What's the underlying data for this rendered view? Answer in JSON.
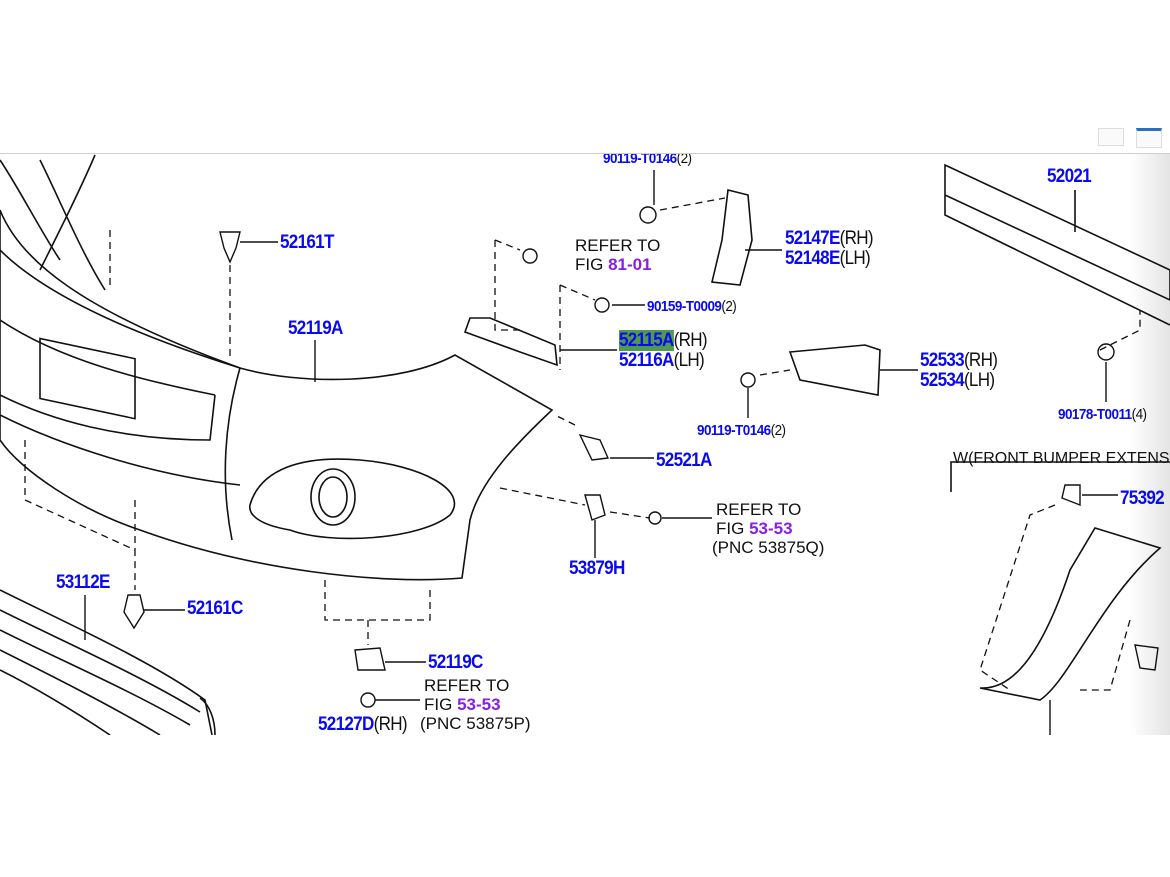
{
  "diagram": {
    "parts": [
      {
        "id": "p1",
        "number": "90119-T0146",
        "suffix": "(2)"
      },
      {
        "id": "p2",
        "number": "52021",
        "suffix": ""
      },
      {
        "id": "p3",
        "number": "52161T",
        "suffix": ""
      },
      {
        "id": "p4",
        "number": "52147E",
        "suffix": "(RH)"
      },
      {
        "id": "p5",
        "number": "52148E",
        "suffix": "(LH)"
      },
      {
        "id": "p6",
        "number": "90159-T0009",
        "suffix": "(2)"
      },
      {
        "id": "p7",
        "number": "52119A",
        "suffix": ""
      },
      {
        "id": "p8",
        "number": "52115A",
        "suffix": "(RH)",
        "highlighted": true
      },
      {
        "id": "p9",
        "number": "52116A",
        "suffix": "(LH)"
      },
      {
        "id": "p10",
        "number": "52533",
        "suffix": "(RH)"
      },
      {
        "id": "p11",
        "number": "52534",
        "suffix": "(LH)"
      },
      {
        "id": "p12",
        "number": "90178-T0011",
        "suffix": "(4)"
      },
      {
        "id": "p13",
        "number": "90119-T0146",
        "suffix": "(2)"
      },
      {
        "id": "p14",
        "number": "52521A",
        "suffix": ""
      },
      {
        "id": "p15",
        "number": "75392",
        "suffix": ""
      },
      {
        "id": "p16",
        "number": "53879H",
        "suffix": ""
      },
      {
        "id": "p17",
        "number": "53112E",
        "suffix": ""
      },
      {
        "id": "p18",
        "number": "52161C",
        "suffix": ""
      },
      {
        "id": "p19",
        "number": "52119C",
        "suffix": ""
      },
      {
        "id": "p20",
        "number": "52127D",
        "suffix": "(RH)"
      }
    ],
    "refs": [
      {
        "line1": "REFER TO",
        "fig_prefix": "FIG",
        "fig": "81-01"
      },
      {
        "line1": "REFER TO",
        "fig_prefix": "FIG",
        "fig": "53-53",
        "pnc": "(PNC 53875Q)"
      },
      {
        "line1": "REFER TO",
        "fig_prefix": "FIG",
        "fig": "53-53",
        "pnc": "(PNC 53875P)"
      }
    ],
    "section_label": "W(FRONT BUMPER EXTENS",
    "colors": {
      "part_number": "#0a0af0",
      "figure_ref": "#8a1ee6",
      "highlight": "#4f9a4f"
    }
  }
}
